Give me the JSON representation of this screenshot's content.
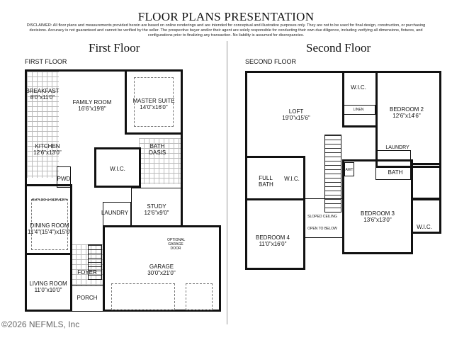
{
  "header": {
    "title": "FLOOR PLANS PRESENTATION",
    "disclaimer": "DISCLAIMER: All floor plans and measurements provided herein are based on online renderings and are intended for conceptual and illustrative purposes only. They are not to be used for final design, construction, or purchasing decisions. Accuracy is not guaranteed and cannot be verified by the seller. The prospective buyer and/or their agent are solely responsible for conducting their own due diligence, including verifying all dimensions, fixtures, and configurations prior to finalizing any transaction. No liability is assumed for discrepancies."
  },
  "first_floor": {
    "heading": "First Floor",
    "label": "FIRST FLOOR",
    "rooms": [
      {
        "name": "BREAKFAST",
        "dim": "8'0\"x11'0\""
      },
      {
        "name": "FAMILY ROOM",
        "dim": "16'6\"x19'8\""
      },
      {
        "name": "MASTER SUITE",
        "dim": "14'0\"x16'0\""
      },
      {
        "name": "KITCHEN",
        "dim": "12'6\"x13'0\""
      },
      {
        "name": "W.I.C.",
        "dim": ""
      },
      {
        "name": "BATH",
        "dim": "OASIS"
      },
      {
        "name": "PWD",
        "dim": ""
      },
      {
        "name": "DINING ROOM",
        "dim": "11'4\"(15'4\")x15'0\""
      },
      {
        "name": "STUDY",
        "dim": "12'6\"x9'0\""
      },
      {
        "name": "LAUNDRY",
        "dim": ""
      },
      {
        "name": "GARAGE",
        "dim": "30'0\"x21'0\""
      },
      {
        "name": "FOYER",
        "dim": ""
      },
      {
        "name": "LIVING ROOM",
        "dim": "11'0\"x10'0\""
      },
      {
        "name": "PORCH",
        "dim": ""
      }
    ],
    "notes": [
      "BUTLER & SERVERY",
      "OPTIONAL GARAGE DOOR"
    ]
  },
  "second_floor": {
    "heading": "Second Floor",
    "label": "SECOND FLOOR",
    "rooms": [
      {
        "name": "LOFT",
        "dim": "19'0\"x15'6\""
      },
      {
        "name": "W.I.C.",
        "dim": ""
      },
      {
        "name": "LINEN",
        "dim": ""
      },
      {
        "name": "BEDROOM 2",
        "dim": "12'6\"x14'6\""
      },
      {
        "name": "LAUNDRY",
        "dim": ""
      },
      {
        "name": "BATH",
        "dim": ""
      },
      {
        "name": "FULL BATH",
        "dim": ""
      },
      {
        "name": "W.I.C.",
        "dim": ""
      },
      {
        "name": "BEDROOM 3",
        "dim": "13'6\"x13'0\""
      },
      {
        "name": "BEDROOM 4",
        "dim": "11'0\"x16'0\""
      },
      {
        "name": "W.I.C.",
        "dim": ""
      },
      {
        "name": "AWT",
        "dim": ""
      }
    ],
    "notes": [
      "SLOPED CEILING",
      "OPEN TO BELOW"
    ]
  },
  "footer": {
    "copyright": "©2026 NEFMLS, Inc"
  }
}
